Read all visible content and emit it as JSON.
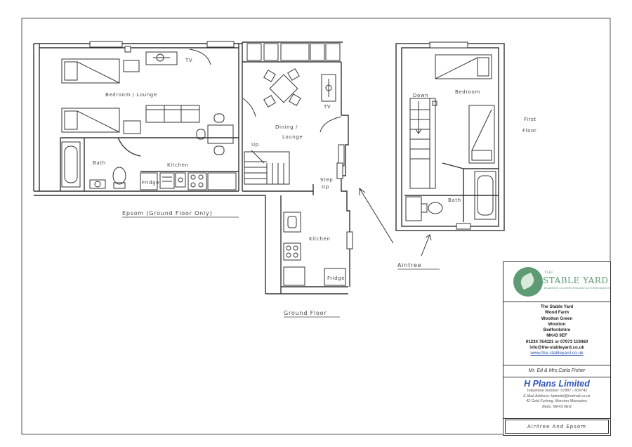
{
  "ground_plan": {
    "rooms": {
      "bedroom_lounge": "Bedroom / Lounge",
      "bath": "Bath",
      "kitchen": "Kitchen",
      "fridge": "Fridge",
      "tv": "TV",
      "dining_lounge_1": "Dining /",
      "dining_lounge_2": "Lounge",
      "up": "Up",
      "step_up_1": "Step",
      "step_up_2": "Up",
      "kitchen2": "Kitchen",
      "fridge2": "Fridge"
    },
    "epsom_label": "Epsom (Ground Floor Only)",
    "ground_floor_label": "Ground Floor"
  },
  "first_plan": {
    "down": "Down",
    "bedroom": "Bedroom",
    "bath": "Bath",
    "first_label_1": "First",
    "first_label_2": "Floor"
  },
  "aintree_label": "Aintree",
  "title_block": {
    "logo_small": "THE",
    "logo_name": "STABLE YARD",
    "logo_tagline": "BOARDING & LIVERY HOLIDAY ACCOMMODATION",
    "address_lines": [
      "The Stable Yard",
      "Wood Farm",
      "Wootton Green",
      "Wootton",
      "Bedfordshire",
      "MK43 9EF",
      "01234 764321 or 07973 119460",
      "info@the-stableyard.co.uk"
    ],
    "website": "www.the-stableyard.co.uk",
    "client": "Mr. Ed & Mrs.Carla Fisher",
    "company": "H Plans Limited",
    "company_lines": [
      "Telephone Number: 07887 - 606742",
      "E-Mail Address: hpkmitd@hotmail.co.uk",
      "42 Gold Furlong, Marston Moretaine,",
      "Beds. MK43 0EG"
    ],
    "project": "Aintree And Epsom"
  },
  "colors": {
    "line": "#333333",
    "brand_green": "#5e9a73",
    "brand_blue": "#2f55b8"
  }
}
